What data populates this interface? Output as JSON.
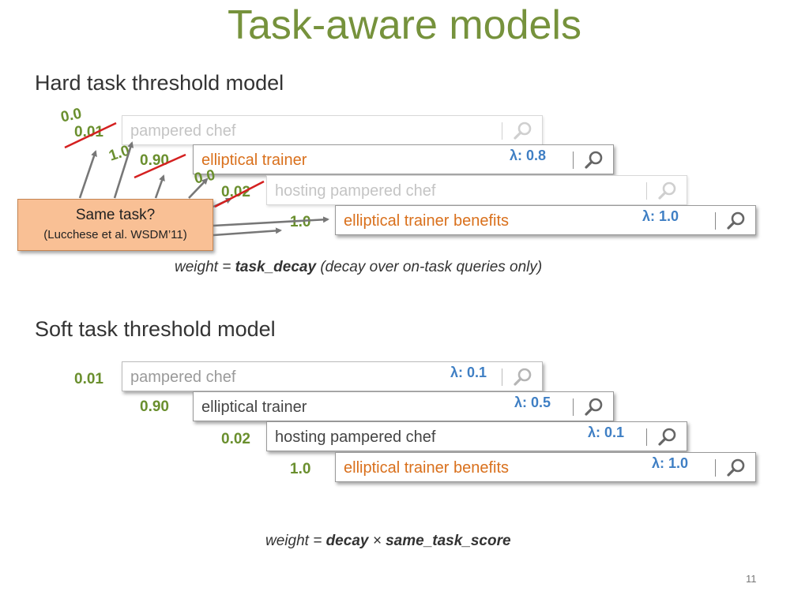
{
  "title": "Task-aware models",
  "page_number": "11",
  "hard": {
    "heading": "Hard task threshold model",
    "weights": {
      "w1_old": "0.01",
      "w1_new": "0.0",
      "w2_new": "1.0",
      "w2_old": "0.90",
      "w3_old": "0.02",
      "w3_new": "0.0",
      "w4": "1.0"
    },
    "queries": [
      {
        "text": "pampered chef",
        "lambda": ""
      },
      {
        "text": "elliptical trainer",
        "lambda": "λ: 0.8"
      },
      {
        "text": "hosting pampered chef",
        "lambda": ""
      },
      {
        "text": "elliptical trainer benefits",
        "lambda": "λ: 1.0"
      }
    ],
    "task_box": {
      "line1": "Same task?",
      "line2": "(Lucchese et al. WSDM’11)"
    },
    "formula": {
      "prefix": "weight = ",
      "term": "task_decay",
      "suffix": " (decay over on-task queries only)"
    }
  },
  "soft": {
    "heading": "Soft task threshold model",
    "weights": [
      "0.01",
      "0.90",
      "0.02",
      "1.0"
    ],
    "queries": [
      {
        "text": "pampered chef",
        "lambda": "λ: 0.1"
      },
      {
        "text": "elliptical trainer",
        "lambda": "λ: 0.5"
      },
      {
        "text": "hosting pampered chef",
        "lambda": "λ: 0.1"
      },
      {
        "text": "elliptical trainer benefits",
        "lambda": "λ: 1.0"
      }
    ],
    "formula": {
      "prefix": "weight = ",
      "term1": "decay",
      "op": " × ",
      "term2": "same_task_score"
    }
  },
  "colors": {
    "title_green": "#76923c",
    "weight_green": "#6a8f2e",
    "lambda_blue": "#3f7fc4",
    "query_orange": "#d9701c",
    "strike_red": "#d42020",
    "task_box_fill": "#f9c095"
  },
  "icons": {
    "search": "magnifier-icon"
  }
}
